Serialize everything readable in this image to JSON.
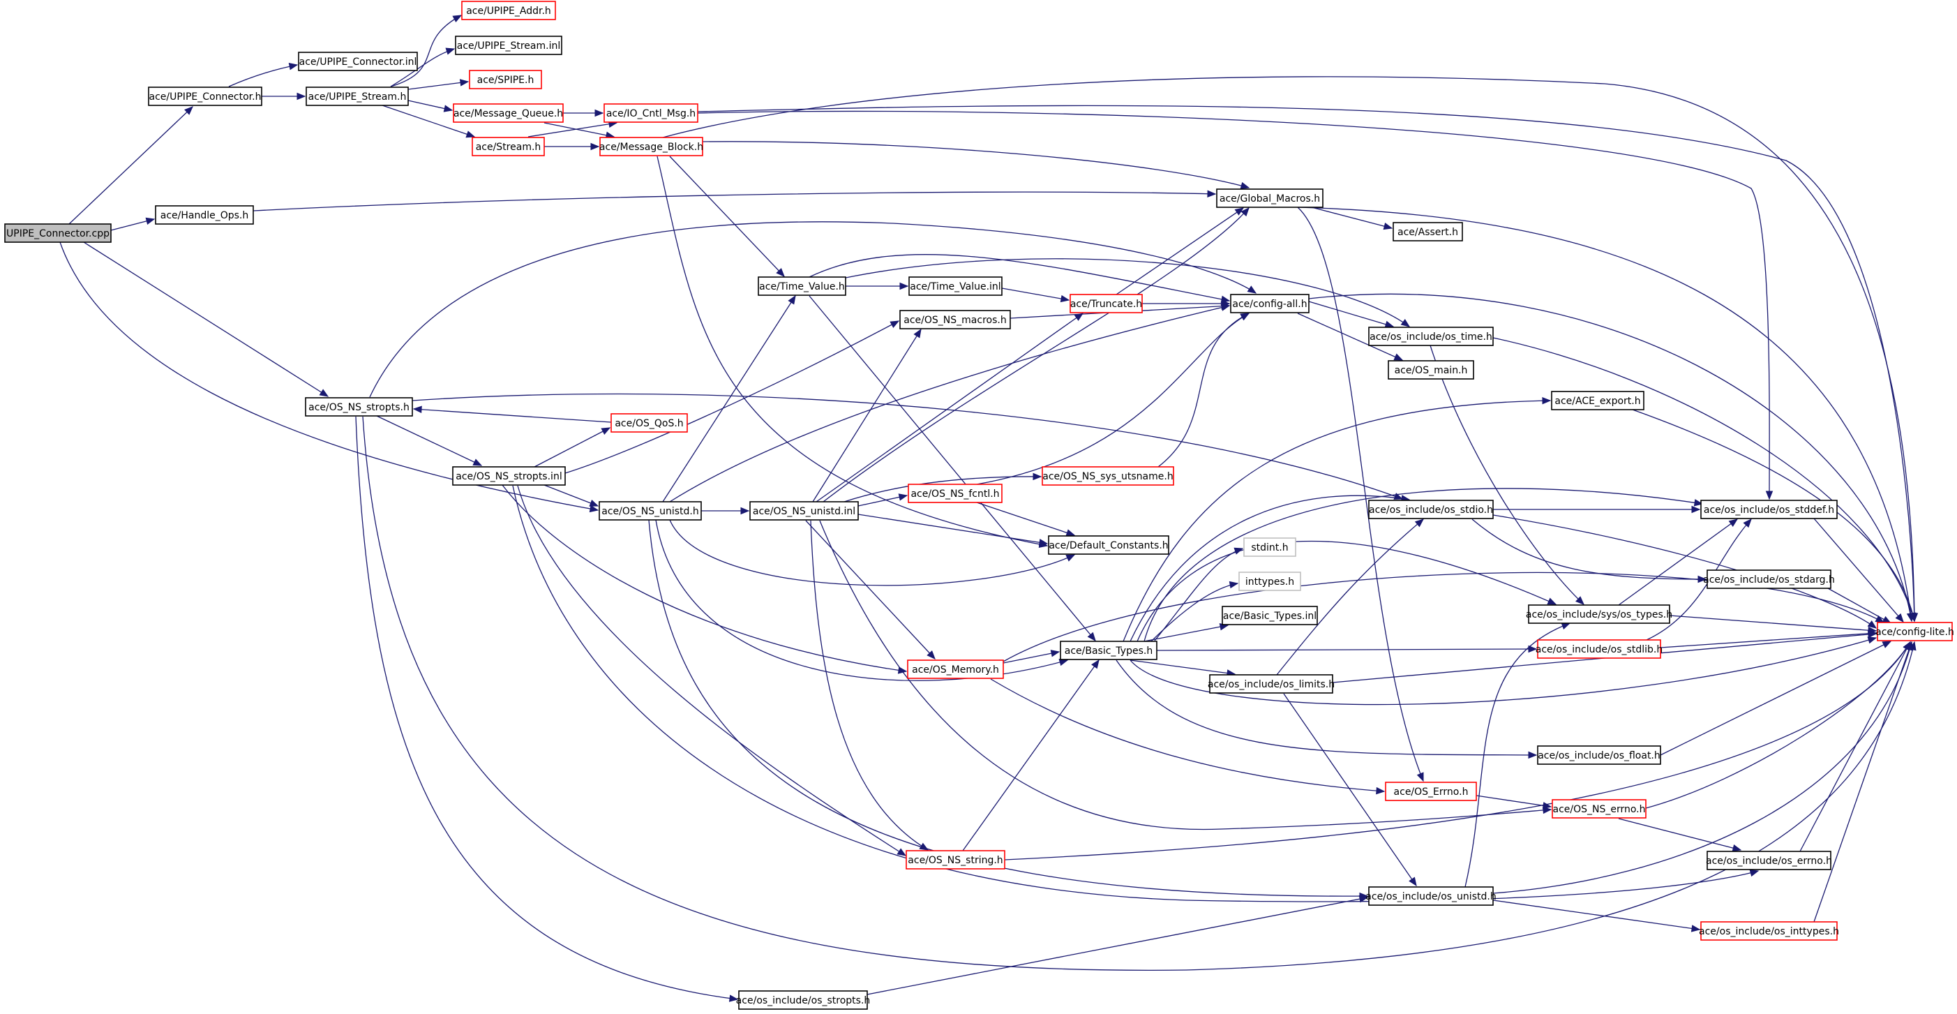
{
  "colors": {
    "edge": "#191970",
    "root_fill": "#bfbfbf",
    "border_normal": "#000000",
    "border_truncated": "#ff0000",
    "border_external": "#bfbfbf"
  },
  "nodes": [
    {
      "id": "root",
      "label": "UPIPE_Connector.cpp",
      "kind": "root"
    },
    {
      "id": "upipe_conn_h",
      "label": "ace/UPIPE_Connector.h",
      "kind": "normal"
    },
    {
      "id": "upipe_conn_inl",
      "label": "ace/UPIPE_Connector.inl",
      "kind": "normal"
    },
    {
      "id": "upipe_addr",
      "label": "ace/UPIPE_Addr.h",
      "kind": "truncated"
    },
    {
      "id": "upipe_stream_inl",
      "label": "ace/UPIPE_Stream.inl",
      "kind": "normal"
    },
    {
      "id": "spipe",
      "label": "ace/SPIPE.h",
      "kind": "truncated"
    },
    {
      "id": "upipe_stream_h",
      "label": "ace/UPIPE_Stream.h",
      "kind": "normal"
    },
    {
      "id": "msg_queue",
      "label": "ace/Message_Queue.h",
      "kind": "truncated"
    },
    {
      "id": "io_cntl",
      "label": "ace/IO_Cntl_Msg.h",
      "kind": "truncated"
    },
    {
      "id": "stream_h",
      "label": "ace/Stream.h",
      "kind": "truncated"
    },
    {
      "id": "msg_block",
      "label": "ace/Message_Block.h",
      "kind": "truncated"
    },
    {
      "id": "handle_ops",
      "label": "ace/Handle_Ops.h",
      "kind": "normal"
    },
    {
      "id": "global_macros",
      "label": "ace/Global_Macros.h",
      "kind": "normal"
    },
    {
      "id": "assert_h",
      "label": "ace/Assert.h",
      "kind": "normal"
    },
    {
      "id": "time_value_h",
      "label": "ace/Time_Value.h",
      "kind": "normal"
    },
    {
      "id": "time_value_inl",
      "label": "ace/Time_Value.inl",
      "kind": "normal"
    },
    {
      "id": "truncate",
      "label": "ace/Truncate.h",
      "kind": "truncated"
    },
    {
      "id": "config_all",
      "label": "ace/config-all.h",
      "kind": "normal"
    },
    {
      "id": "os_time",
      "label": "ace/os_include/os_time.h",
      "kind": "normal"
    },
    {
      "id": "os_main",
      "label": "ace/OS_main.h",
      "kind": "normal"
    },
    {
      "id": "os_ns_macros",
      "label": "ace/OS_NS_macros.h",
      "kind": "normal"
    },
    {
      "id": "os_ns_stropts_h",
      "label": "ace/OS_NS_stropts.h",
      "kind": "normal"
    },
    {
      "id": "os_qos",
      "label": "ace/OS_QoS.h",
      "kind": "truncated"
    },
    {
      "id": "ace_export",
      "label": "ace/ACE_export.h",
      "kind": "normal"
    },
    {
      "id": "os_ns_stropts_inl",
      "label": "ace/OS_NS_stropts.inl",
      "kind": "normal"
    },
    {
      "id": "os_ns_sys_utsname",
      "label": "ace/OS_NS_sys_utsname.h",
      "kind": "truncated"
    },
    {
      "id": "os_ns_unistd_h",
      "label": "ace/OS_NS_unistd.h",
      "kind": "normal"
    },
    {
      "id": "os_ns_unistd_inl",
      "label": "ace/OS_NS_unistd.inl",
      "kind": "normal"
    },
    {
      "id": "os_ns_fcntl",
      "label": "ace/OS_NS_fcntl.h",
      "kind": "truncated"
    },
    {
      "id": "os_stdio",
      "label": "ace/os_include/os_stdio.h",
      "kind": "normal"
    },
    {
      "id": "os_stddef",
      "label": "ace/os_include/os_stddef.h",
      "kind": "normal"
    },
    {
      "id": "default_constants",
      "label": "ace/Default_Constants.h",
      "kind": "normal"
    },
    {
      "id": "stdint",
      "label": "stdint.h",
      "kind": "external"
    },
    {
      "id": "inttypes",
      "label": "inttypes.h",
      "kind": "external"
    },
    {
      "id": "os_stdarg",
      "label": "ace/os_include/os_stdarg.h",
      "kind": "normal"
    },
    {
      "id": "basic_types_inl",
      "label": "ace/Basic_Types.inl",
      "kind": "normal"
    },
    {
      "id": "sys_os_types",
      "label": "ace/os_include/sys/os_types.h",
      "kind": "normal"
    },
    {
      "id": "config_lite",
      "label": "ace/config-lite.h",
      "kind": "truncated"
    },
    {
      "id": "os_memory",
      "label": "ace/OS_Memory.h",
      "kind": "truncated"
    },
    {
      "id": "basic_types_h",
      "label": "ace/Basic_Types.h",
      "kind": "normal"
    },
    {
      "id": "os_stdlib",
      "label": "ace/os_include/os_stdlib.h",
      "kind": "truncated"
    },
    {
      "id": "os_limits",
      "label": "ace/os_include/os_limits.h",
      "kind": "normal"
    },
    {
      "id": "os_float",
      "label": "ace/os_include/os_float.h",
      "kind": "normal"
    },
    {
      "id": "os_errno_h",
      "label": "ace/OS_Errno.h",
      "kind": "truncated"
    },
    {
      "id": "os_ns_errno",
      "label": "ace/OS_NS_errno.h",
      "kind": "truncated"
    },
    {
      "id": "os_ns_string",
      "label": "ace/OS_NS_string.h",
      "kind": "truncated"
    },
    {
      "id": "os_inc_errno",
      "label": "ace/os_include/os_errno.h",
      "kind": "normal"
    },
    {
      "id": "os_unistd",
      "label": "ace/os_include/os_unistd.h",
      "kind": "normal"
    },
    {
      "id": "os_inttypes",
      "label": "ace/os_include/os_inttypes.h",
      "kind": "truncated"
    },
    {
      "id": "os_stropts",
      "label": "ace/os_include/os_stropts.h",
      "kind": "normal"
    }
  ]
}
